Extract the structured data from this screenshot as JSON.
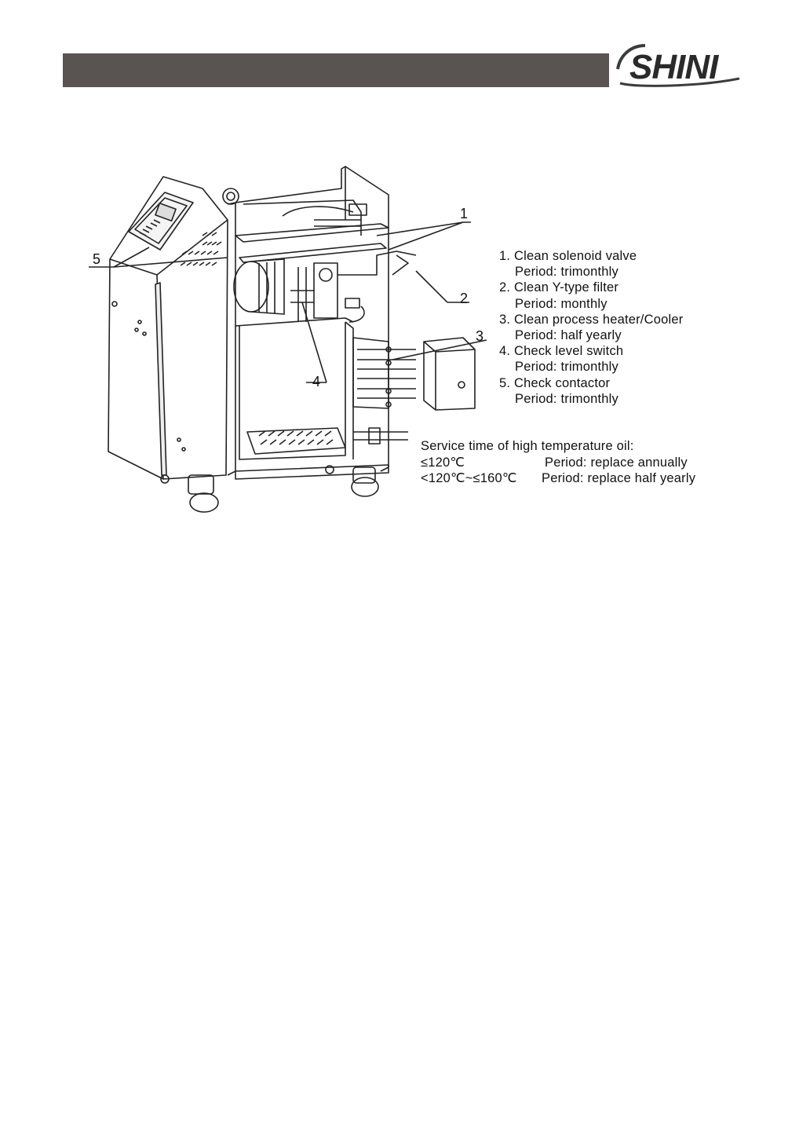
{
  "brand": {
    "logo_text": "SHINI"
  },
  "figure": {
    "callouts": [
      "1",
      "2",
      "3",
      "4",
      "5"
    ]
  },
  "maintenance_items": [
    {
      "number": "1.",
      "task": "Clean solenoid valve",
      "period": "Period: trimonthly"
    },
    {
      "number": "2.",
      "task": "Clean Y-type filter",
      "period": "Period: monthly"
    },
    {
      "number": "3.",
      "task": "Clean process heater/Cooler",
      "period": "Period: half yearly"
    },
    {
      "number": "4.",
      "task": "Check level switch",
      "period": "Period: trimonthly"
    },
    {
      "number": "5.",
      "task": "Check contactor",
      "period": "Period: trimonthly"
    }
  ],
  "service_time": {
    "title": "Service time of high temperature oil:",
    "rows": [
      {
        "range": "≤120℃",
        "period": "Period: replace annually"
      },
      {
        "range": "<120℃~≤160℃",
        "period": "Period: replace half yearly"
      }
    ]
  }
}
